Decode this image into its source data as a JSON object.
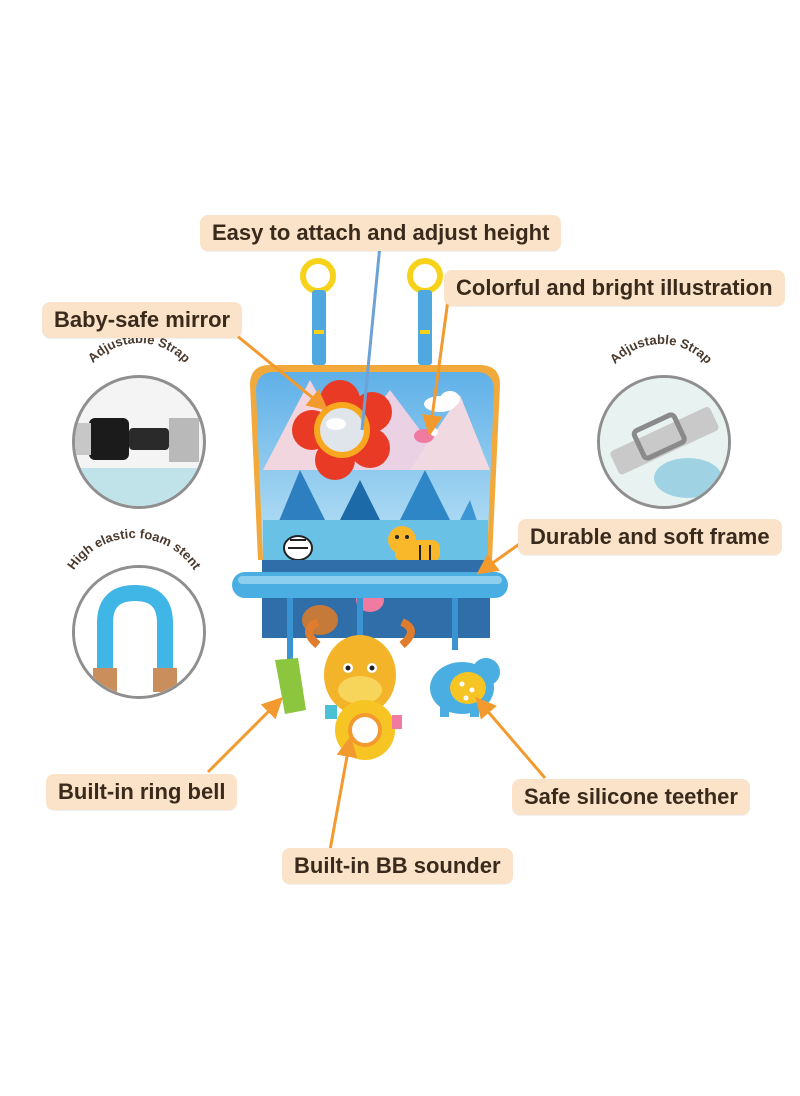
{
  "callouts": {
    "attach_height": "Easy to attach and adjust height",
    "colorful_illustration": "Colorful and bright illustration",
    "baby_safe_mirror": "Baby-safe mirror",
    "durable_frame": "Durable and soft frame",
    "ring_bell": "Built-in ring bell",
    "silicone_teether": "Safe silicone teether",
    "bb_sounder": "Built-in BB sounder"
  },
  "side_features": {
    "left_top": "Adjustable Strap",
    "right_top": "Adjustable Strap",
    "left_bottom": "High elastic foam stent"
  },
  "colors": {
    "callout_bg": "#fbe3c9",
    "arrow": "#f39a2e",
    "frame": "#4aaee2"
  },
  "icons": [
    "buckle-icon",
    "strap-adjuster-icon",
    "foam-stent-icon"
  ]
}
